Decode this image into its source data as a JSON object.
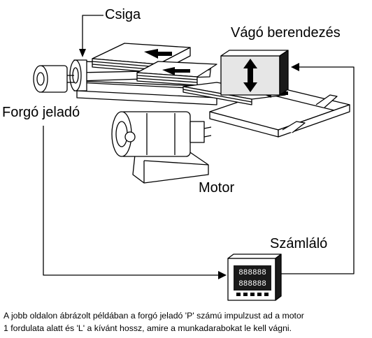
{
  "labels": {
    "worm": "Csiga",
    "cutter": "Vágó berendezés",
    "encoder": "Forgó jeladó",
    "motor": "Motor",
    "counter": "Számláló"
  },
  "counter_display": {
    "top_row": "888888",
    "bottom_row": "888888"
  },
  "caption": {
    "line1": "A jobb oldalon ábrázolt példában a forgó jeladó 'P' számú impulzust ad a motor",
    "line2": "1 fordulata alatt és 'L' a kívánt hossz, amire a munkadarabokat le kell vágni."
  },
  "colors": {
    "line": "#000000",
    "fill": "#ffffff",
    "panel": "#e6e6e6",
    "dark": "#1a1a1a"
  }
}
